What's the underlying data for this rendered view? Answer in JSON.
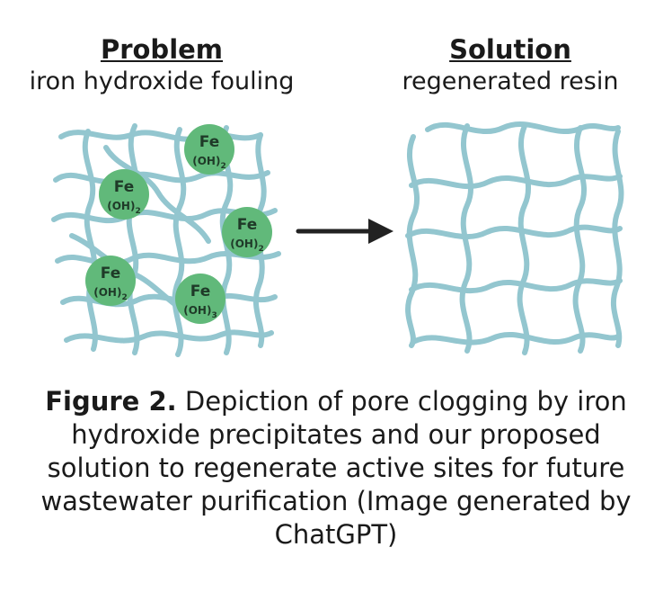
{
  "problem": {
    "title": "Problem",
    "subtitle": "iron hydroxide fouling",
    "particles": [
      {
        "symbol": "Fe",
        "formula": "(OH)",
        "subscript": "2"
      },
      {
        "symbol": "Fe",
        "formula": "(OH)",
        "subscript": "2"
      },
      {
        "symbol": "Fe",
        "formula": "(OH)",
        "subscript": "2"
      },
      {
        "symbol": "Fe",
        "formula": "(OH)",
        "subscript": "2"
      },
      {
        "symbol": "Fe",
        "formula": "(OH)",
        "subscript": "3"
      }
    ]
  },
  "solution": {
    "title": "Solution",
    "subtitle": "regenerated resin"
  },
  "caption": {
    "lead": "Figure 2.",
    "text": " Depiction of pore clogging by iron hydroxide precipitates and our proposed solution to regenerate active sites for future wastewater purification (Image generated by ChatGPT)"
  },
  "colors": {
    "fiber": "#93c6cf",
    "particle": "#61b97a",
    "particle_text": "#1f3a28",
    "arrow": "#222222"
  }
}
